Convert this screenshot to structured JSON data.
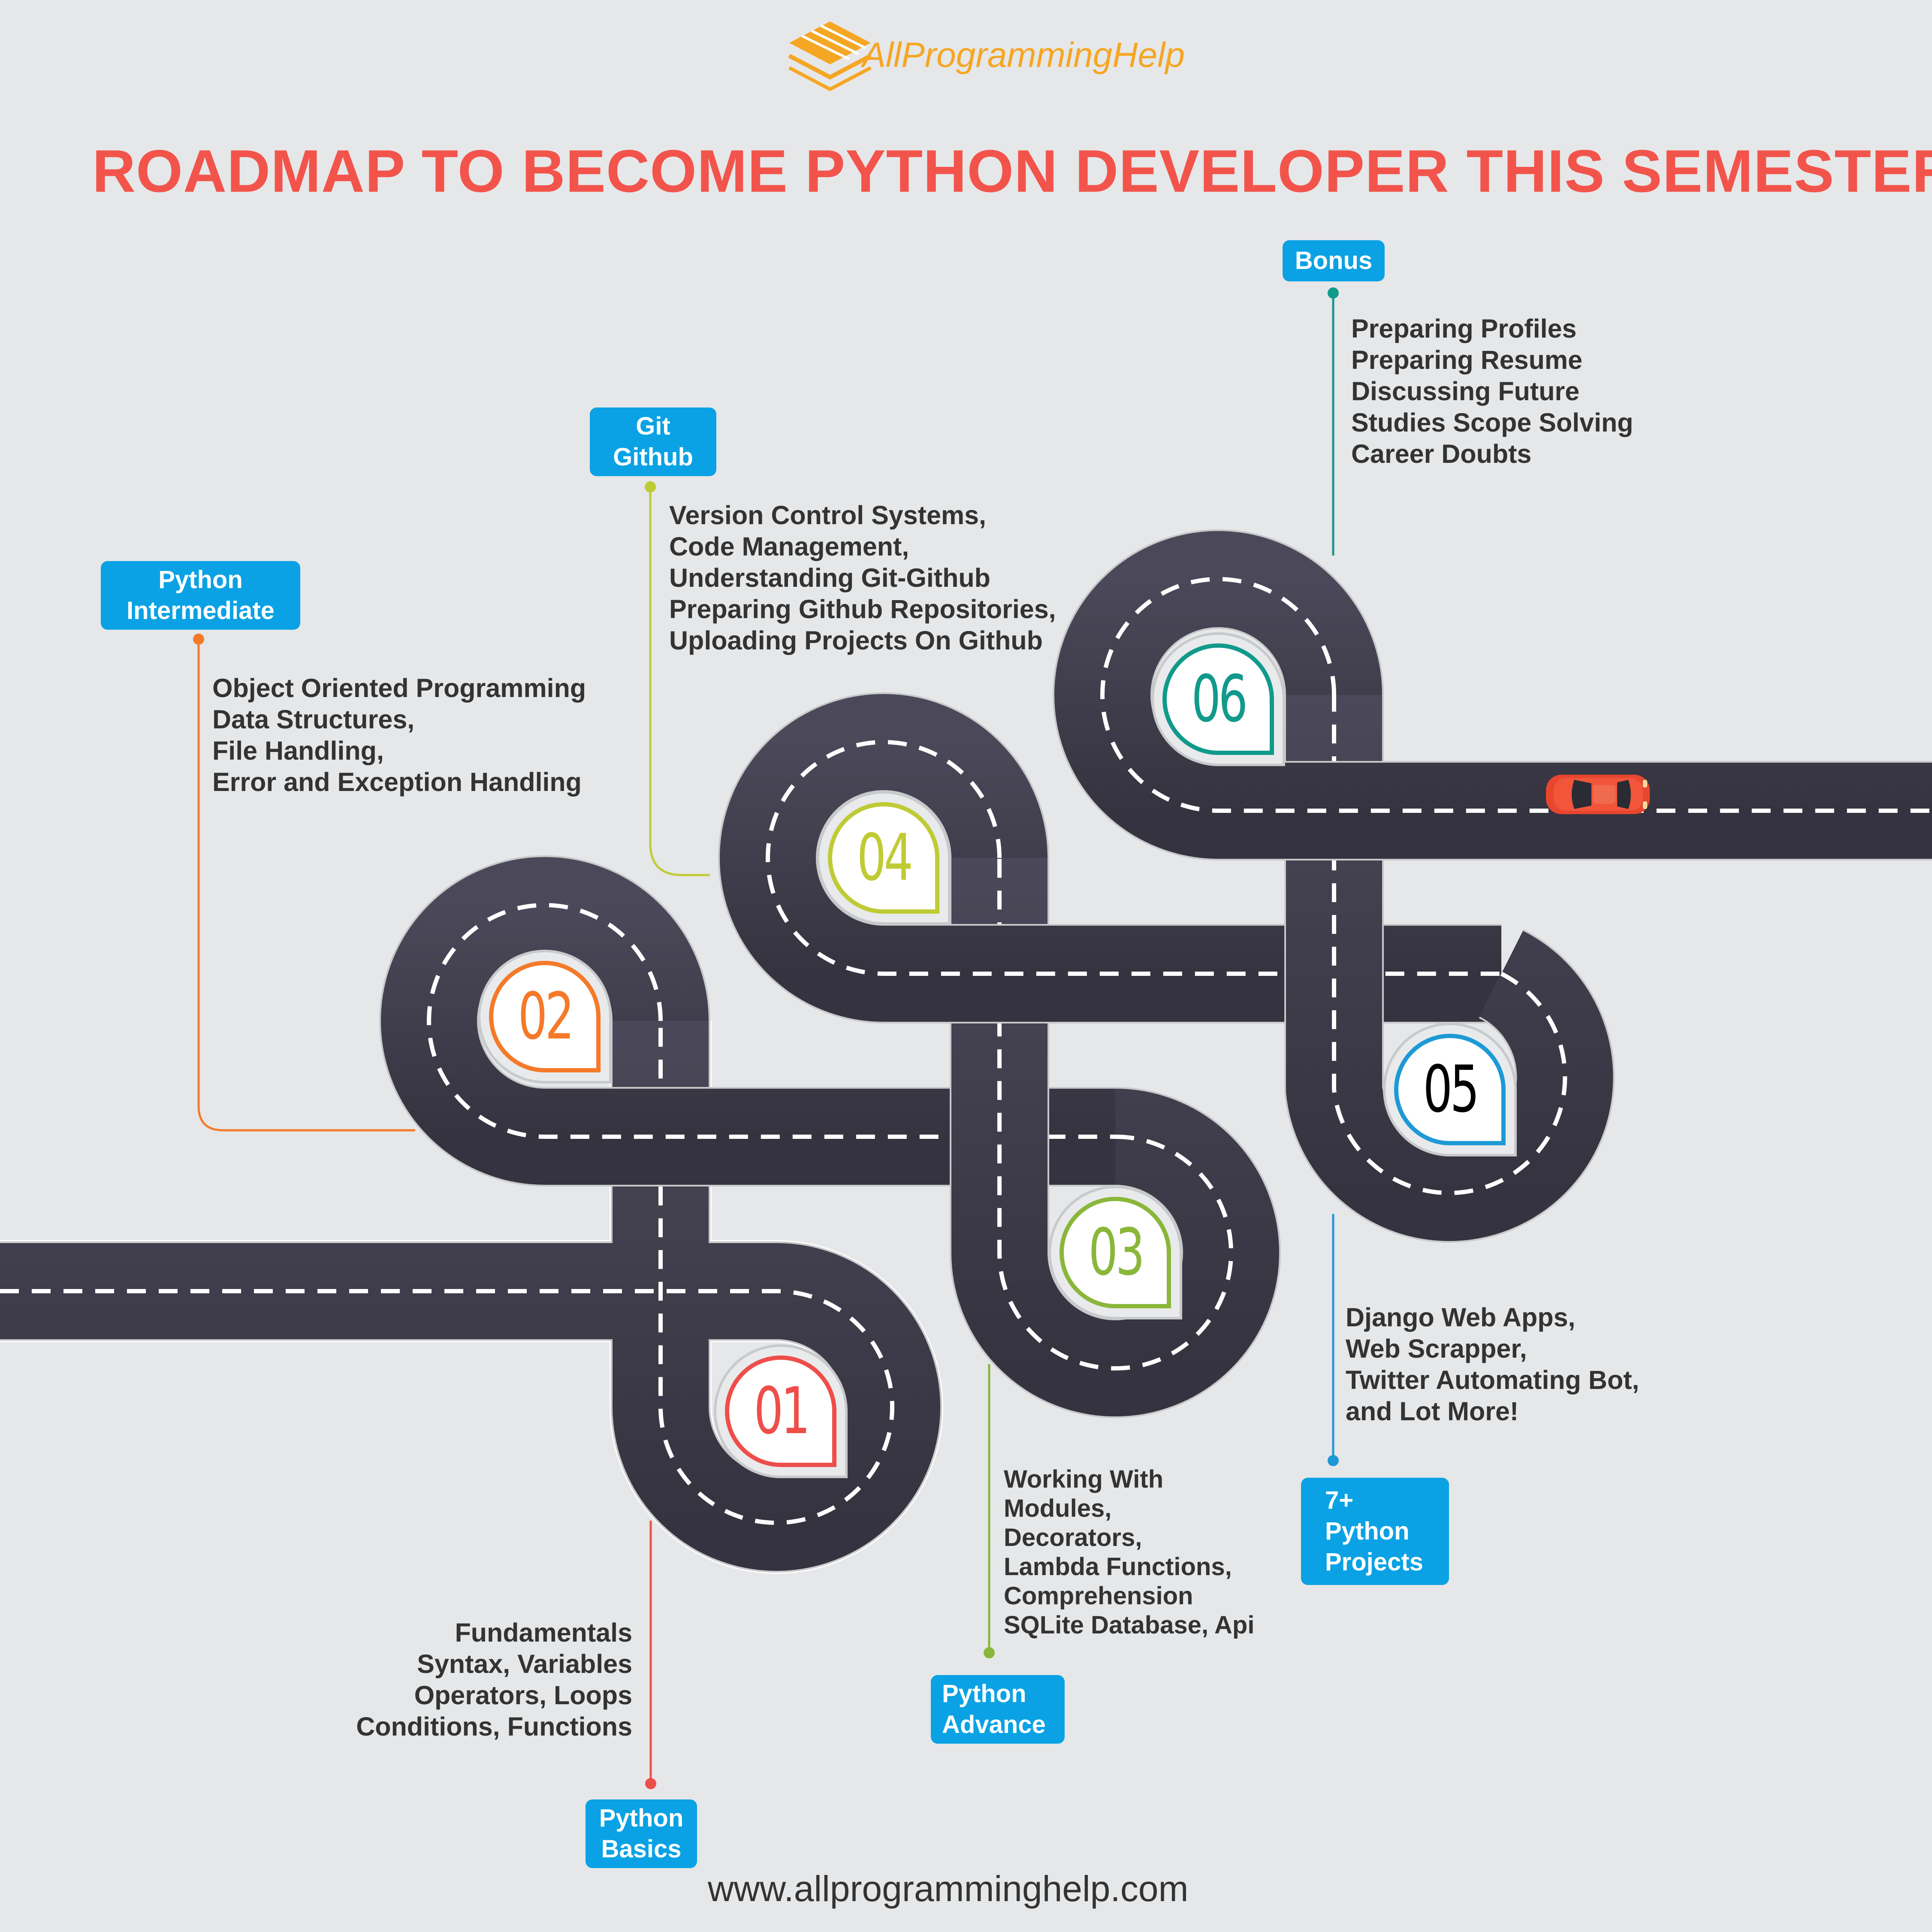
{
  "brand": {
    "name": "AllProgrammingHelp"
  },
  "title": "ROADMAP TO BECOME PYTHON DEVELOPER THIS SEMESTER!",
  "footer": {
    "url": "www.allprogramminghelp.com"
  },
  "colors": {
    "background": "#e6e7e8",
    "title": "#f2544b",
    "tag": "#0aa2e4",
    "road": "#3f3d4b",
    "brand": "#f5a623"
  },
  "steps": [
    {
      "number": "01",
      "color": "#ee4e4a",
      "tag": [
        "Python",
        "Basics"
      ],
      "items": [
        "Fundamentals",
        "Syntax, Variables",
        "Operators, Loops",
        "Conditions, Functions"
      ]
    },
    {
      "number": "02",
      "color": "#f47a2a",
      "tag": [
        "Python",
        "Intermediate"
      ],
      "items": [
        "Object Oriented Programming",
        "Data Structures,",
        "File Handling,",
        "Error and Exception Handling"
      ]
    },
    {
      "number": "03",
      "color": "#8ab63a",
      "tag": [
        "Python",
        "Advance"
      ],
      "items": [
        "Working With",
        "Modules,",
        "Decorators,",
        "Lambda Functions,",
        "Comprehension",
        "SQLite Database, Api"
      ]
    },
    {
      "number": "04",
      "color": "#bfcb34",
      "tag": [
        "Git",
        "Github"
      ],
      "items": [
        "Version Control Systems,",
        "Code Management,",
        "Understanding Git-Github",
        "Preparing Github Repositories,",
        "Uploading Projects On Github"
      ]
    },
    {
      "number": "05",
      "color": "#1d9ad6",
      "tag": [
        "7+",
        "Python",
        "Projects"
      ],
      "items": [
        "Django Web Apps,",
        "Web Scrapper,",
        "Twitter Automating Bot,",
        "and Lot More!"
      ]
    },
    {
      "number": "06",
      "color": "#119a8c",
      "tag": [
        "Bonus"
      ],
      "items": [
        "Preparing Profiles",
        "Preparing Resume",
        "Discussing Future",
        "Studies Scope Solving",
        "Career Doubts"
      ]
    }
  ]
}
